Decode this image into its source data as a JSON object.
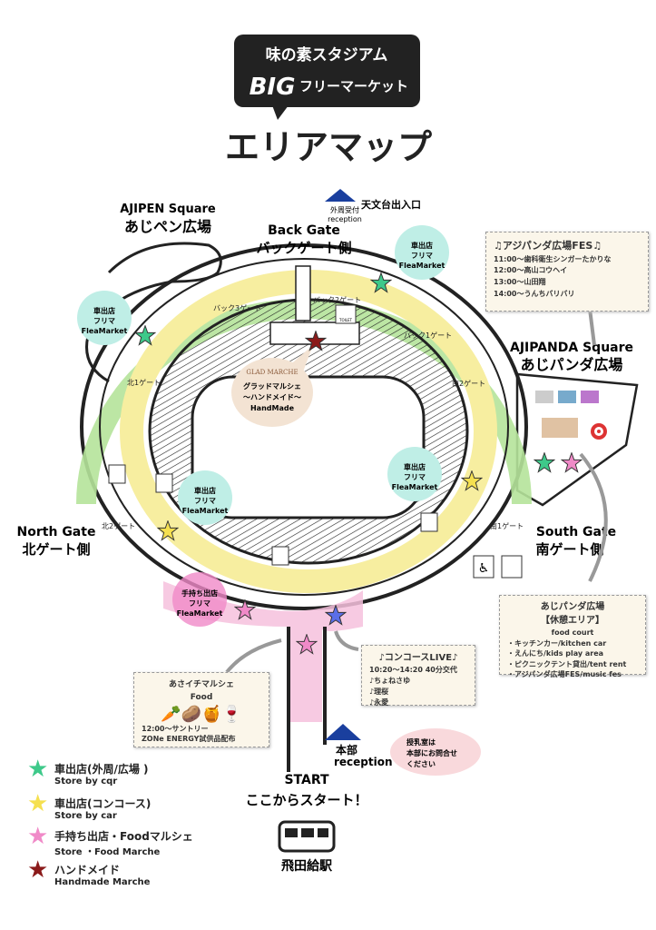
{
  "title": {
    "line1": "味の素スタジアム",
    "line2_big": "BIG",
    "line2": "フリーマーケット",
    "main": "エリアマップ"
  },
  "areas": {
    "ajipen_en": "AJIPEN Square",
    "ajipen_jp": "あじペン広場",
    "back_en": "Back Gate",
    "back_jp": "バックゲート側",
    "north_en": "North Gate",
    "north_jp": "北ゲート側",
    "south_en": "South Gate",
    "south_jp": "南ゲート側",
    "ajipanda_en": "AJIPANDA Square",
    "ajipanda_jp": "あじパンダ広場",
    "tenmon": "天文台出入口",
    "outer_reception_jp": "外周受付",
    "outer_reception_en": "reception",
    "start_en": "START",
    "start_jp": "ここからスタート！",
    "station": "飛田給駅",
    "hq_jp": "本部",
    "hq_en": "reception"
  },
  "gates": [
    "バック3ゲート",
    "バック2ゲート",
    "バック1ゲート",
    "北1ゲート",
    "南2ゲート",
    "北2ゲート",
    "南1ゲート"
  ],
  "toilet": "TOILET",
  "bubbles": {
    "l1": "車出店",
    "l2": "フリマ",
    "l3": "FleaMarket",
    "pink_l1": "手持ち出店"
  },
  "glad": {
    "logo": "GLAD MARCHE",
    "l1": "グラッドマルシェ",
    "l2": "～ハンドメイド～",
    "l3": "HandMade"
  },
  "fes": {
    "title": "♫アジパンダ広場FES♫",
    "items": [
      "11:00～歯科衛生シンガーたかりな",
      "12:00～高山コウヘイ",
      "13:00～山田翔",
      "14:00～うんちバリバリ"
    ]
  },
  "foodcourt": {
    "title": "あじパンダ広場",
    "sub": "【休憩エリア】",
    "en": "food court",
    "items": [
      "・キッチンカー/kitchen car",
      "・えんにち/kids play area",
      "・ピクニックテント貸出/tent rent",
      "・アジパンダ広場FES/music fes"
    ]
  },
  "asaichi": {
    "title": "あさイチマルシェ",
    "en": "Food",
    "l1": "12:00～サントリー",
    "l2": "ZONe ENERGY試供品配布"
  },
  "live": {
    "title": "♪コンコースLIVE♪",
    "time": "10:20～14:20 40分交代",
    "items": [
      "♪ちょねさゆ",
      "♪理桜",
      "♪永愛"
    ]
  },
  "nursing": {
    "l1": "授乳室は",
    "l2": "本部にお問合せ",
    "l3": "ください"
  },
  "legend": [
    {
      "jp": "車出店(外周/広場 )",
      "en": "Store by cqr",
      "color": "#3ec98a"
    },
    {
      "jp": "車出店(コンコース)",
      "en": "Store by car",
      "color": "#f5e050"
    },
    {
      "jp": "手持ち出店・Foodマルシェ",
      "en": "Store ・Food Marche",
      "color": "#f08ac8"
    },
    {
      "jp": "ハンドメイド",
      "en": "Handmade Marche",
      "color": "#8b1a1a"
    }
  ],
  "colors": {
    "green": "#b5e39a",
    "yellow": "#f7eea0",
    "pink": "#f6c1dd",
    "teal": "#bfeee6",
    "blue": "#1a3f9e"
  }
}
